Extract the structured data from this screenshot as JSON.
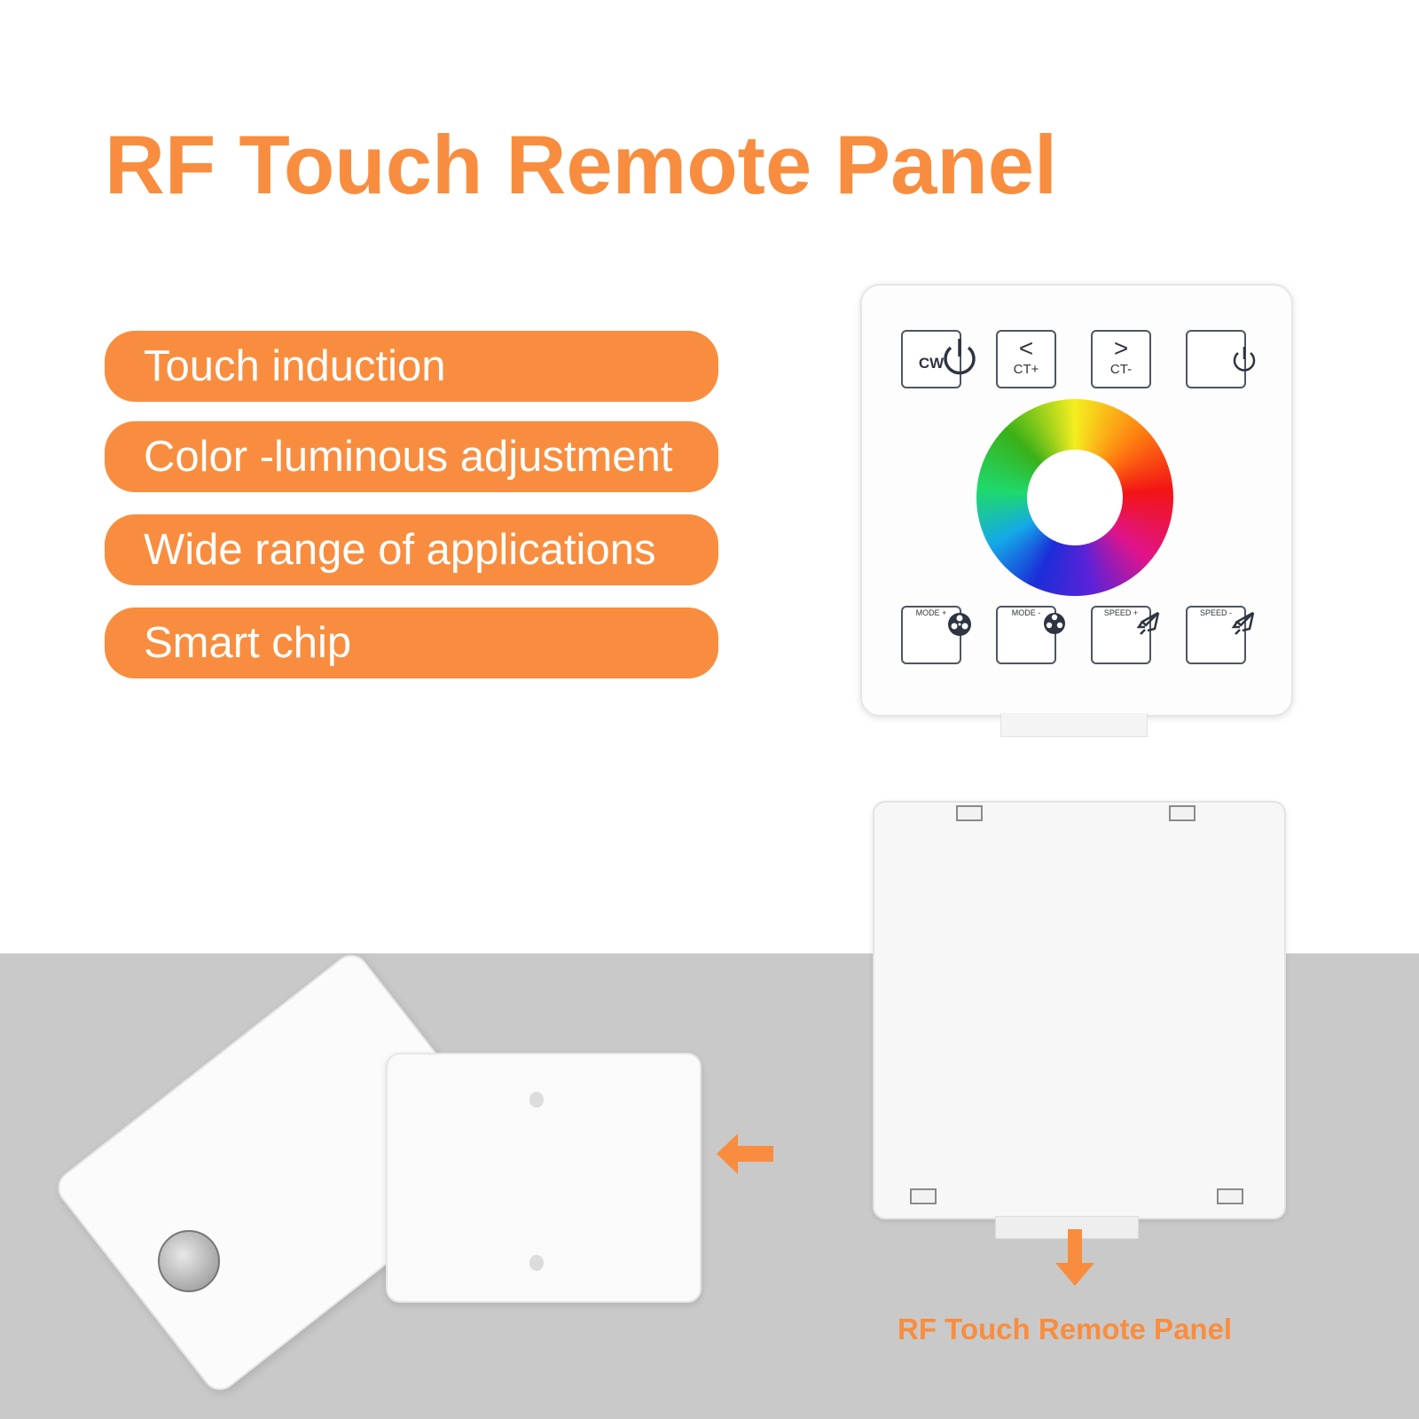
{
  "title": "RF Touch Remote Panel",
  "features": [
    "Touch induction",
    "Color -luminous adjustment",
    "Wide range of applications",
    "Smart chip"
  ],
  "panel": {
    "top_keys": [
      {
        "icon": "power-cw-icon",
        "label": "CW"
      },
      {
        "icon": "chevron-left-icon",
        "label": "CT+"
      },
      {
        "icon": "chevron-right-icon",
        "label": "CT-"
      },
      {
        "icon": "power-icon",
        "label": ""
      }
    ],
    "bottom_keys": [
      {
        "icon": "mode-icon",
        "label": "MODE +"
      },
      {
        "icon": "mode-icon",
        "label": "MODE -"
      },
      {
        "icon": "rocket-icon",
        "label": "SPEED +"
      },
      {
        "icon": "rocket-icon",
        "label": "SPEED -"
      }
    ]
  },
  "caption": "RF Touch Remote Panel",
  "colors": {
    "accent": "#f98d3f",
    "background_bottom": "#c9c9c9",
    "key_border": "#505562"
  }
}
